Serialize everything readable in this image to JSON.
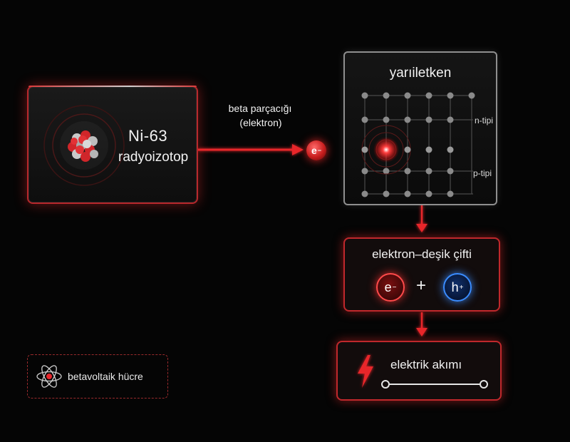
{
  "source": {
    "title": "Ni-63",
    "subtitle": "radyoizotop",
    "icon": "atom-nucleus-icon"
  },
  "beam": {
    "label_line1": "beta parçacığı",
    "label_line2": "(elektron)",
    "particle_symbol": "e",
    "particle_charge": "−"
  },
  "semiconductor": {
    "title": "yarıiletken",
    "n_label": "n-tipi",
    "p_label": "p-tipi"
  },
  "pair": {
    "title": "elektron–deşik çifti",
    "electron_symbol": "e",
    "electron_charge": "−",
    "plus": "+",
    "hole_symbol": "h",
    "hole_charge": "+"
  },
  "current": {
    "title": "elektrik akımı",
    "icon": "lightning-bolt-icon"
  },
  "legend": {
    "label": "betavoltaik hücre",
    "icon": "atom-icon"
  },
  "colors": {
    "accent_red": "#e8262b",
    "hole_blue": "#3a8cff",
    "background": "#050505"
  }
}
